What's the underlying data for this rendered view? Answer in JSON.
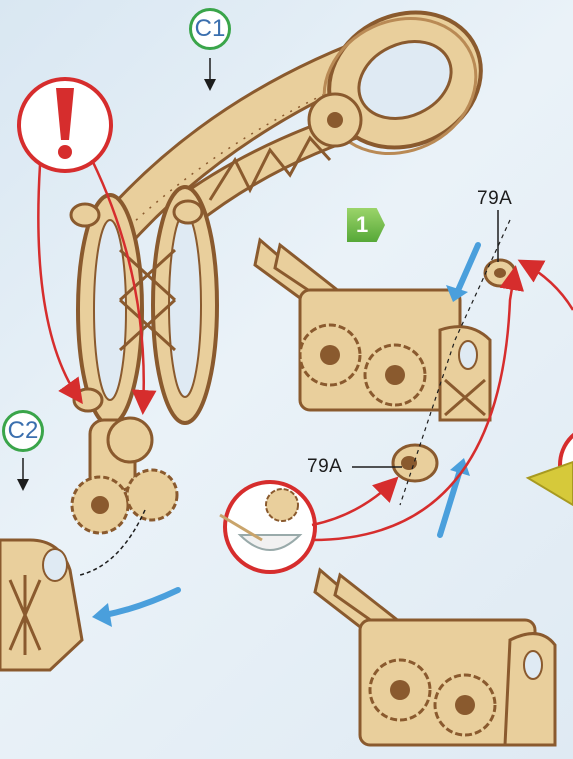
{
  "labels": {
    "c1": "C1",
    "c2": "C2",
    "step": "1",
    "part_top": "79A",
    "part_middle": "79A"
  },
  "icons": {
    "warning": "exclamation-icon",
    "glue": "glue-bowl-icon"
  },
  "colors": {
    "wood_light": "#e9cf9c",
    "wood_edge": "#8a5a2e",
    "callout_red": "#d62d2d",
    "step_green": "#5bb03f",
    "arrow_blue": "#4a9fdc"
  }
}
